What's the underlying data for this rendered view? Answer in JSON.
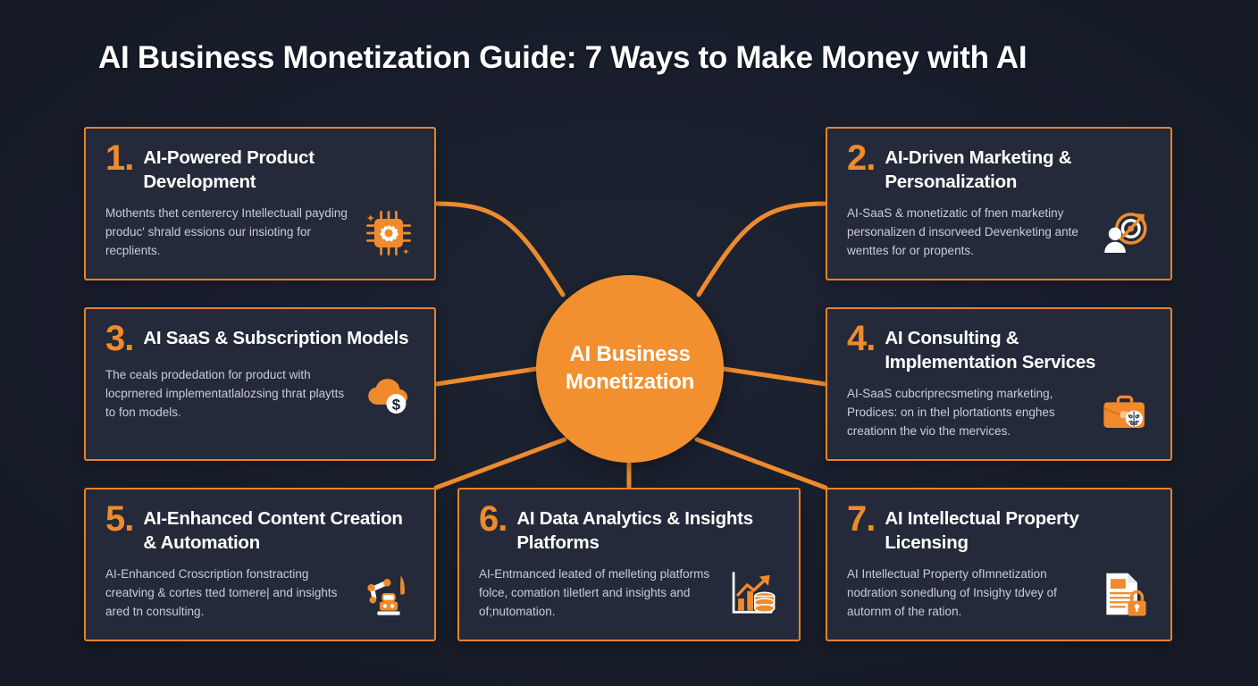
{
  "title": "AI Business Monetization Guide: 7 Ways to Make Money with AI",
  "hub": {
    "line1": "AI Business",
    "line2": "Monetization"
  },
  "colors": {
    "background": "#1a1f2e",
    "card_background": "#242a3a",
    "accent": "#ef8b2c",
    "border": "#e8822a",
    "title_text": "#ffffff",
    "body_text": "#c8cdd8"
  },
  "cards": [
    {
      "number": "1.",
      "title": "AI-Powered Product Development",
      "description": "Mothents thet centerercy Intellectuall payding produc' shrald essions our insioting for recplients.",
      "icon": "chip-gear-icon"
    },
    {
      "number": "2.",
      "title": "AI-Driven Marketing & Personalization",
      "description": "AI-SaaS & monetizatic of fnen marketiny personalizen d insorveed Devenketing ante wenttes for or propents.",
      "icon": "target-person-icon"
    },
    {
      "number": "3.",
      "title": "AI SaaS & Subscription Models",
      "description": "The ceals prodedation for product with locprnered implementatlalozsing thrat playtts to fon models.",
      "icon": "cloud-dollar-icon"
    },
    {
      "number": "4.",
      "title": "AI Consulting & Implementation Services",
      "description": "AI-SaaS cubcriprecsmeting marketing, Prodices: on in thel plortationts enghes creationn the vio the mervices.",
      "icon": "briefcase-brain-icon"
    },
    {
      "number": "5.",
      "title": "AI-Enhanced Content Creation & Automation",
      "description": "AI-Enhanced Croscription fonstracting creatving & cortes tted tomere| and insights ared tn consulting.",
      "icon": "robot-arm-icon"
    },
    {
      "number": "6.",
      "title": "AI Data Analytics & Insights Platforms",
      "description": "AI-Entmanced leated of melleting platforms folce, comation tiletlert and insights and of;nutomation.",
      "icon": "bar-chart-database-icon"
    },
    {
      "number": "7.",
      "title": "AI Intellectual Property Licensing",
      "description": "AI Intellectual Property ofImnetization nodration sonedlung of Insighy tdvey of autornm of the ration.",
      "icon": "document-lock-icon"
    }
  ]
}
